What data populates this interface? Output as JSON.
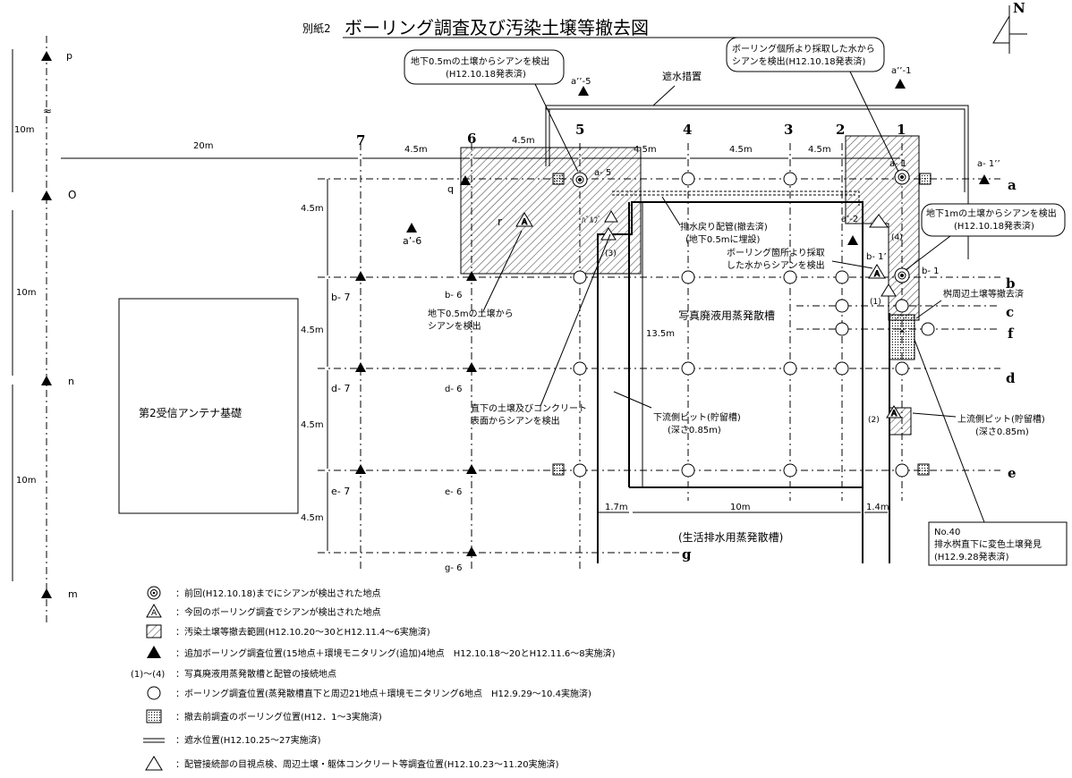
{
  "title": {
    "prefix": "別紙2",
    "main": "ボーリング調査及び汚染土壌等撤去図"
  },
  "north": "N",
  "columns": [
    "7",
    "6",
    "5",
    "4",
    "3",
    "2",
    "1"
  ],
  "rows": [
    "a",
    "b",
    "c",
    "f",
    "d",
    "e",
    "g"
  ],
  "left_points": [
    "p",
    "O",
    "n",
    "m"
  ],
  "dims": {
    "d20": "20m",
    "d45": "4.5m",
    "d10": "10m",
    "d135": "13.5m",
    "d17": "1.7m",
    "d14": "1.4m",
    "approx": "≈"
  },
  "point_labels": {
    "a5": "a- 5",
    "a1": "a- 1",
    "a1pp": "a- 1’’",
    "a5pp": "a’’-5",
    "a1pp2": "a’’-1",
    "a6p": "a’-6",
    "a2p": "a’-2",
    "b1": "b- 1",
    "b1p": "b- 1’",
    "b6": "b- 6",
    "b7": "b- 7",
    "d6": "d- 6",
    "d7": "d- 7",
    "e6": "e- 6",
    "e7": "e- 7",
    "g6": "g- 6",
    "q": "q",
    "r": "r",
    "valve": "ﾊﾞﾙﾌﾞ",
    "c1": "(1)",
    "c2": "(2)",
    "c3": "(3)",
    "c4": "(4)",
    "pitx": "×"
  },
  "callouts": {
    "top_left": [
      "地下0.5mの土壌からシアンを検出",
      "(H12.10.18発表済)"
    ],
    "top_right": [
      "ボーリング個所より採取した水から",
      "シアンを検出(H12.10.18発表済)"
    ],
    "right_mid": [
      "地下1mの土壌からシアンを検出",
      "(H12.10.18発表済)"
    ]
  },
  "annotations": {
    "shasui": "遮水措置",
    "haisui": [
      "排水戻り配管(撤去済)",
      "(地下0.5mに埋設)"
    ],
    "boring_water": [
      "ボーリング箇所より採取",
      "した水からシアンを検出"
    ],
    "masu": "桝周辺土壌等撤去済",
    "chika05": [
      "地下0.5mの土壌から",
      "シアンを検出"
    ],
    "chokka": [
      "直下の土壌及びコンクリート",
      "表面からシアンを検出"
    ],
    "photo_tank": "写真廃液用蒸発散槽",
    "downstream": [
      "下流側ピット(貯留槽)",
      "(深さ0.85m)"
    ],
    "upstream": [
      "上流側ピット(貯留槽)",
      "(深さ0.85m)"
    ],
    "living_tank": "(生活排水用蒸発散槽)",
    "antenna": "第2受信アンテナ基礎",
    "no40": [
      "No.40",
      "排水桝直下に変色土壌発見",
      "(H12.9.28発表済)"
    ]
  },
  "legend": [
    {
      "sym": "dcircle",
      "text": "：前回(H12.10.18)までにシアンが検出された地点"
    },
    {
      "sym": "tri-a",
      "text": "：今回のボーリング調査でシアンが検出された地点"
    },
    {
      "sym": "hatch",
      "text": "：汚染土壌等撤去範囲(H12.10.20～30とH12.11.4～6実施済)"
    },
    {
      "sym": "tri-filled",
      "text": "：追加ボーリング調査位置(15地点＋環境モニタリング(追加)4地点　H12.10.18～20とH12.11.6～8実施済)"
    },
    {
      "sym": "text",
      "label": "(1)～(4)",
      "text": "：写真廃液用蒸発散槽と配管の接続地点"
    },
    {
      "sym": "circle",
      "text": "：ボーリング調査位置(蒸発散槽直下と周辺21地点＋環境モニタリング6地点　H12.9.29～10.4実施済)"
    },
    {
      "sym": "dotsq",
      "text": "：撤去前調査のボーリング位置(H12．1～3実施済)"
    },
    {
      "sym": "dline",
      "text": "：遮水位置(H12.10.25～27実施済)"
    },
    {
      "sym": "tri-open",
      "text": "：配管接続部の目視点検、周辺土壌・躯体コンクリート等調査位置(H12.10.23～11.20実施済)"
    }
  ]
}
